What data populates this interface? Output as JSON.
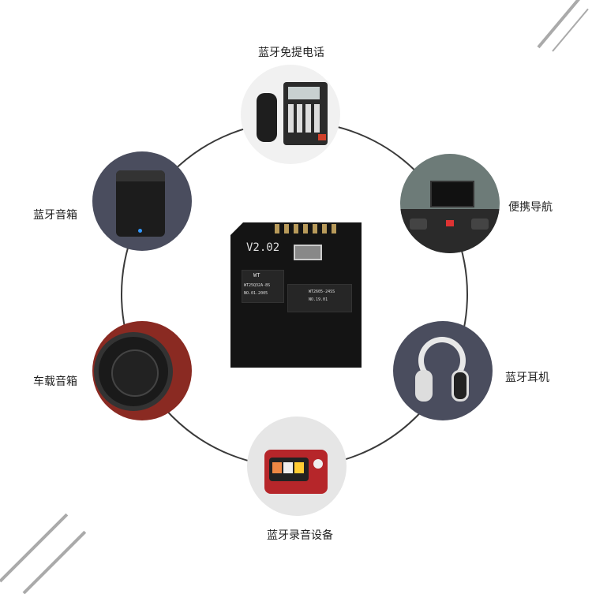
{
  "title": "",
  "center_module": {
    "version": "V2.02",
    "chip1_model": "WT25Q32A-8S",
    "chip1_code": "NO.01.2005",
    "chip2_model": "WT2605-24SS",
    "chip2_code": "NO.19.01",
    "logo": "WT"
  },
  "applications": [
    {
      "label": "蓝牙免提电话",
      "icon": "phone-icon"
    },
    {
      "label": "便携导航",
      "icon": "car-navigation-icon"
    },
    {
      "label": "蓝牙耳机",
      "icon": "headphones-icon"
    },
    {
      "label": "蓝牙录音设备",
      "icon": "radio-recorder-icon"
    },
    {
      "label": "车载音箱",
      "icon": "car-speaker-icon"
    },
    {
      "label": "蓝牙音箱",
      "icon": "bluetooth-speaker-icon"
    }
  ]
}
